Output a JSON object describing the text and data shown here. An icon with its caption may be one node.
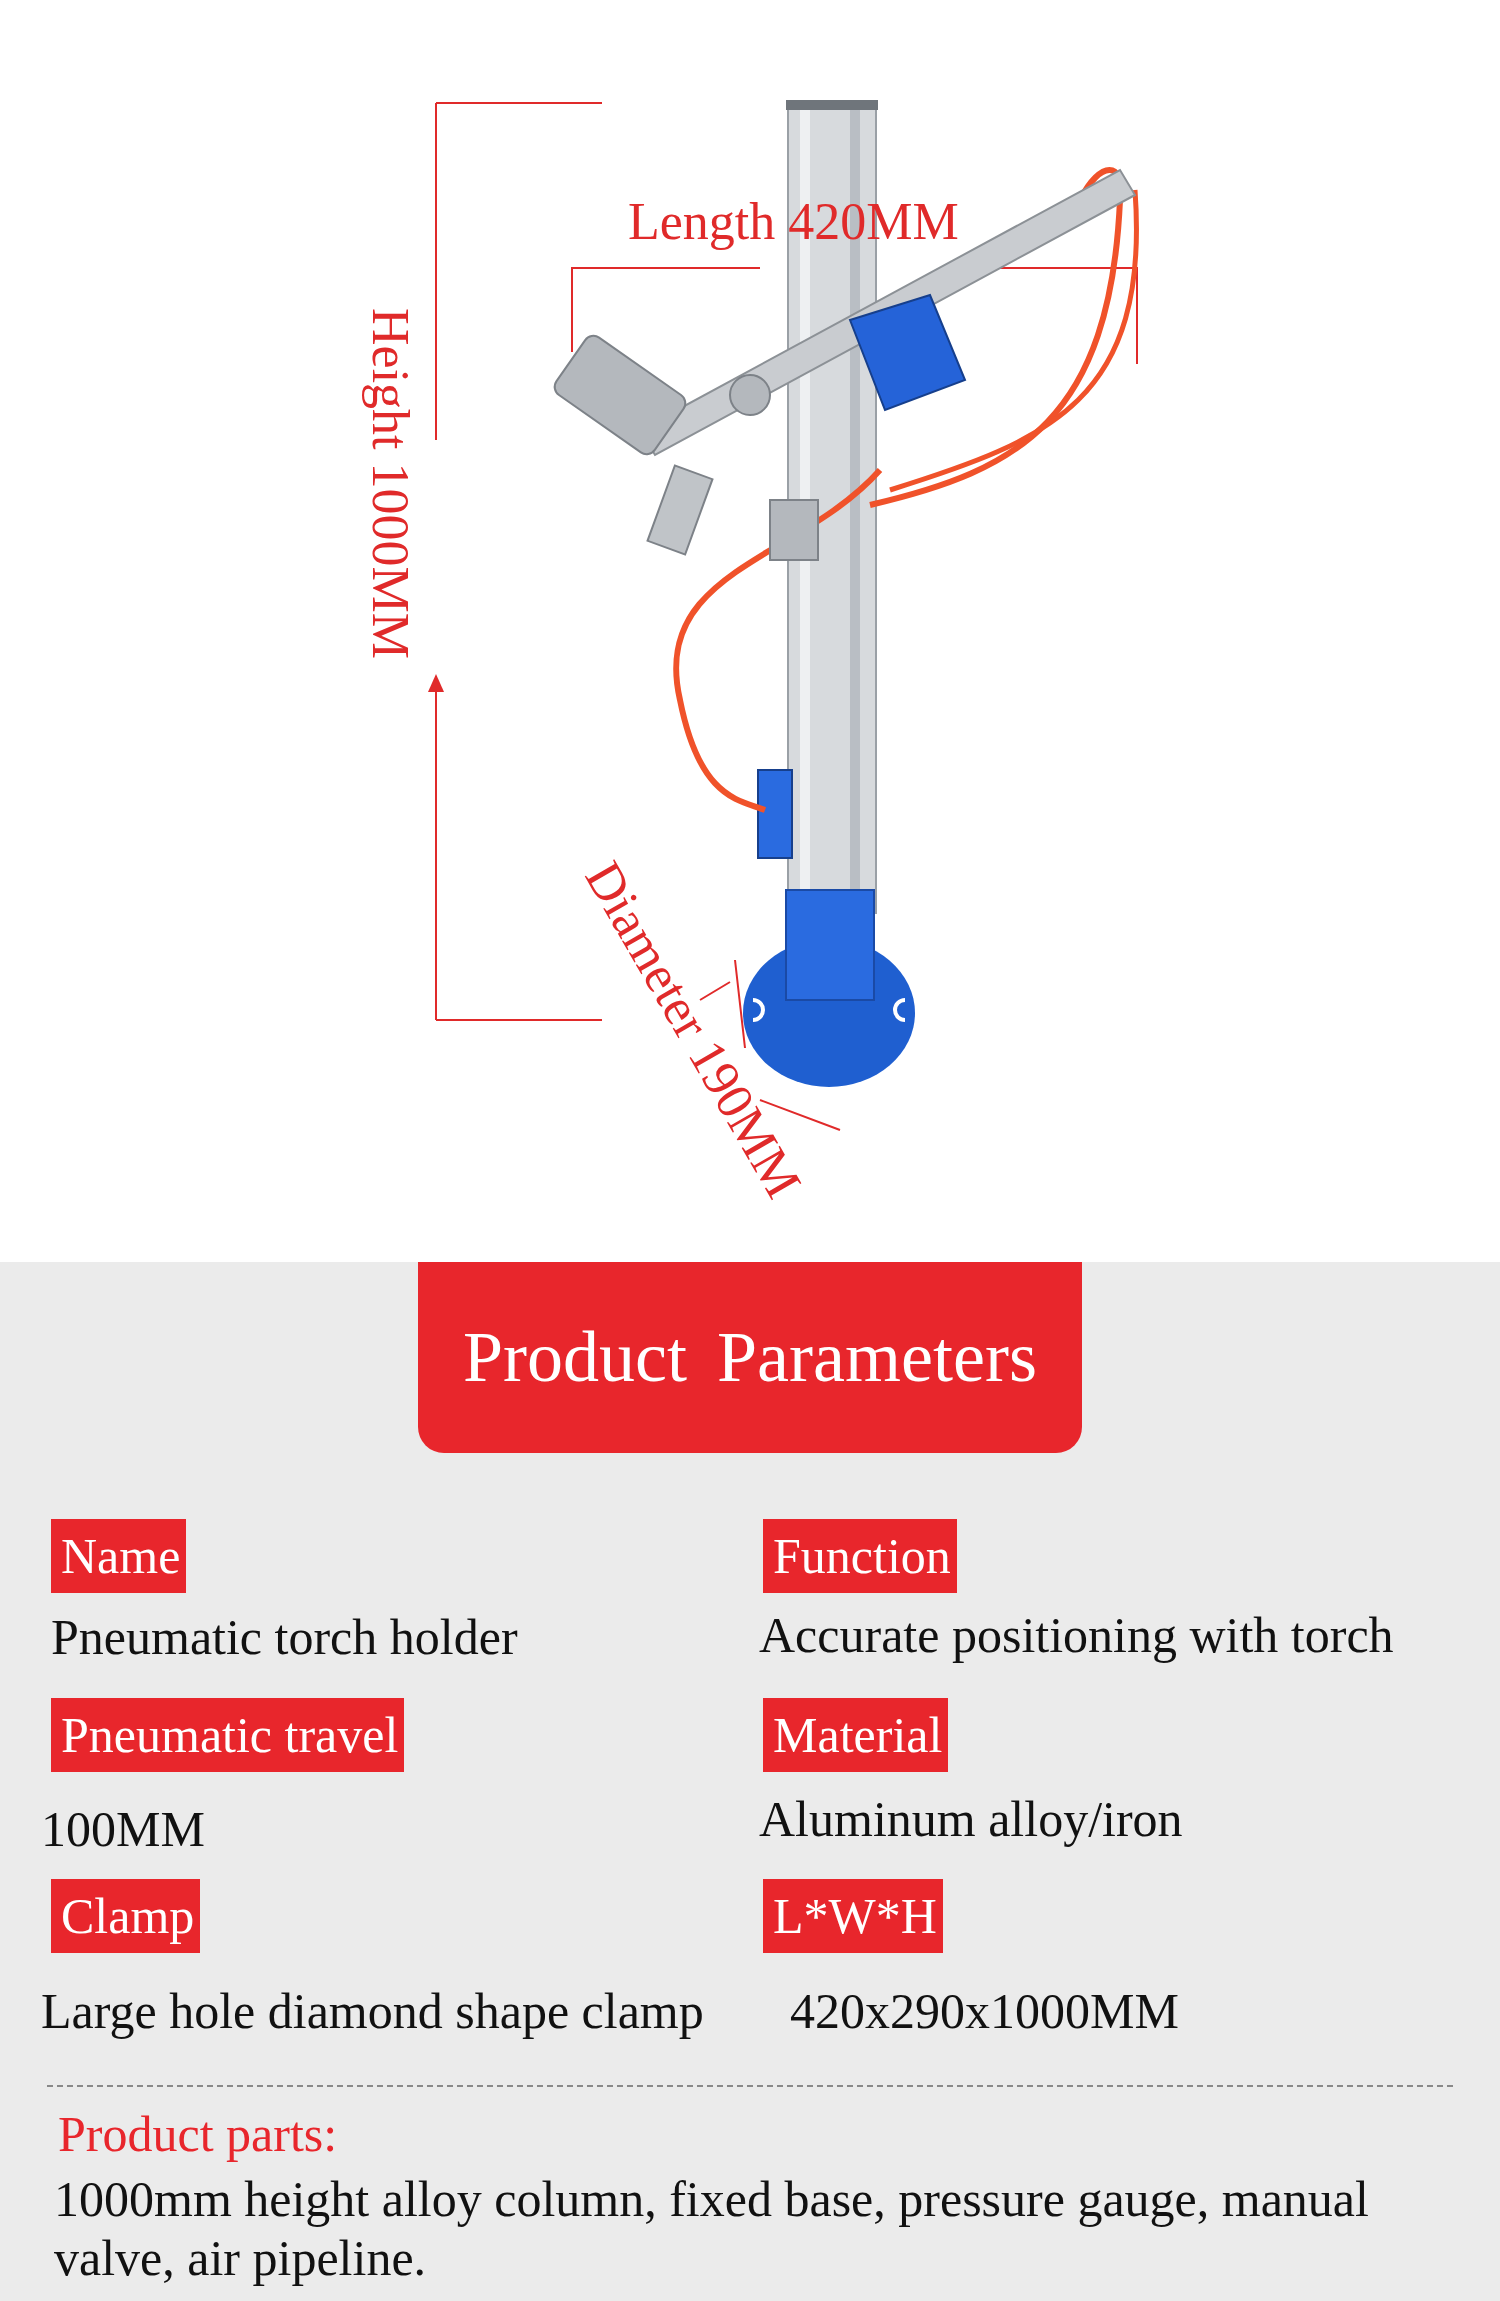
{
  "diagram": {
    "title": "Product Parameters",
    "nodes": [
      {
        "text": [
          "Name"
        ],
        "beside": [
          "Pneumatic torch holder"
        ]
      },
      {
        "text": [
          "Function"
        ],
        "beside": [
          "Accurate positioning with torch"
        ]
      },
      {
        "text": [
          "Pneumatic travel"
        ],
        "beside": [
          "100MM"
        ]
      },
      {
        "text": [
          "Material"
        ],
        "beside": [
          "Aluminum alloy/iron"
        ]
      },
      {
        "text": [
          "Clamp"
        ],
        "beside": [
          "Large hole diamond shape clamp"
        ]
      },
      {
        "text": [
          "L*W*H"
        ],
        "beside": [
          "420x290x1000MM"
        ]
      }
    ],
    "labels": [
      "Length 420MM",
      "Height 1000MM",
      "Diameter 190MM",
      "Product parts:",
      "1000mm height alloy column, fixed base, pressure gauge, manual valve, air pipeline."
    ]
  }
}
